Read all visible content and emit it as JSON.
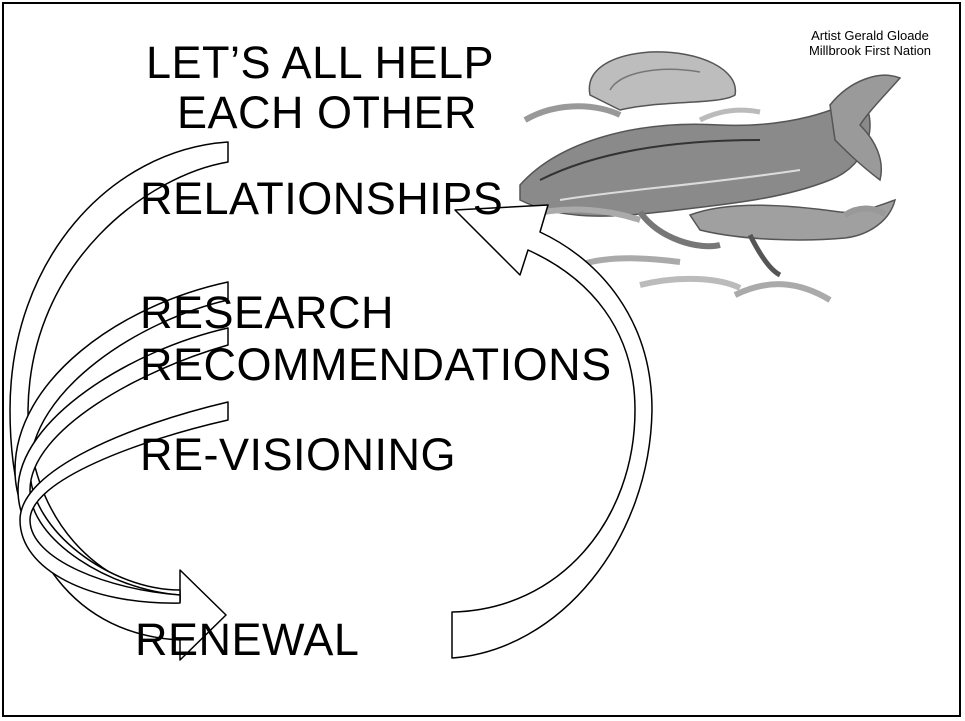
{
  "slide": {
    "title_line1": "LET’S ALL HELP",
    "title_line2": "EACH OTHER",
    "credit_line1": "Artist Gerald Gloade",
    "credit_line2": "Millbrook First Nation",
    "steps": [
      "RELATIONSHIPS",
      "RESEARCH",
      "RECOMMENDATIONS",
      "RE-VISIONING",
      "RENEWAL"
    ],
    "artwork": "whale-illustration"
  }
}
